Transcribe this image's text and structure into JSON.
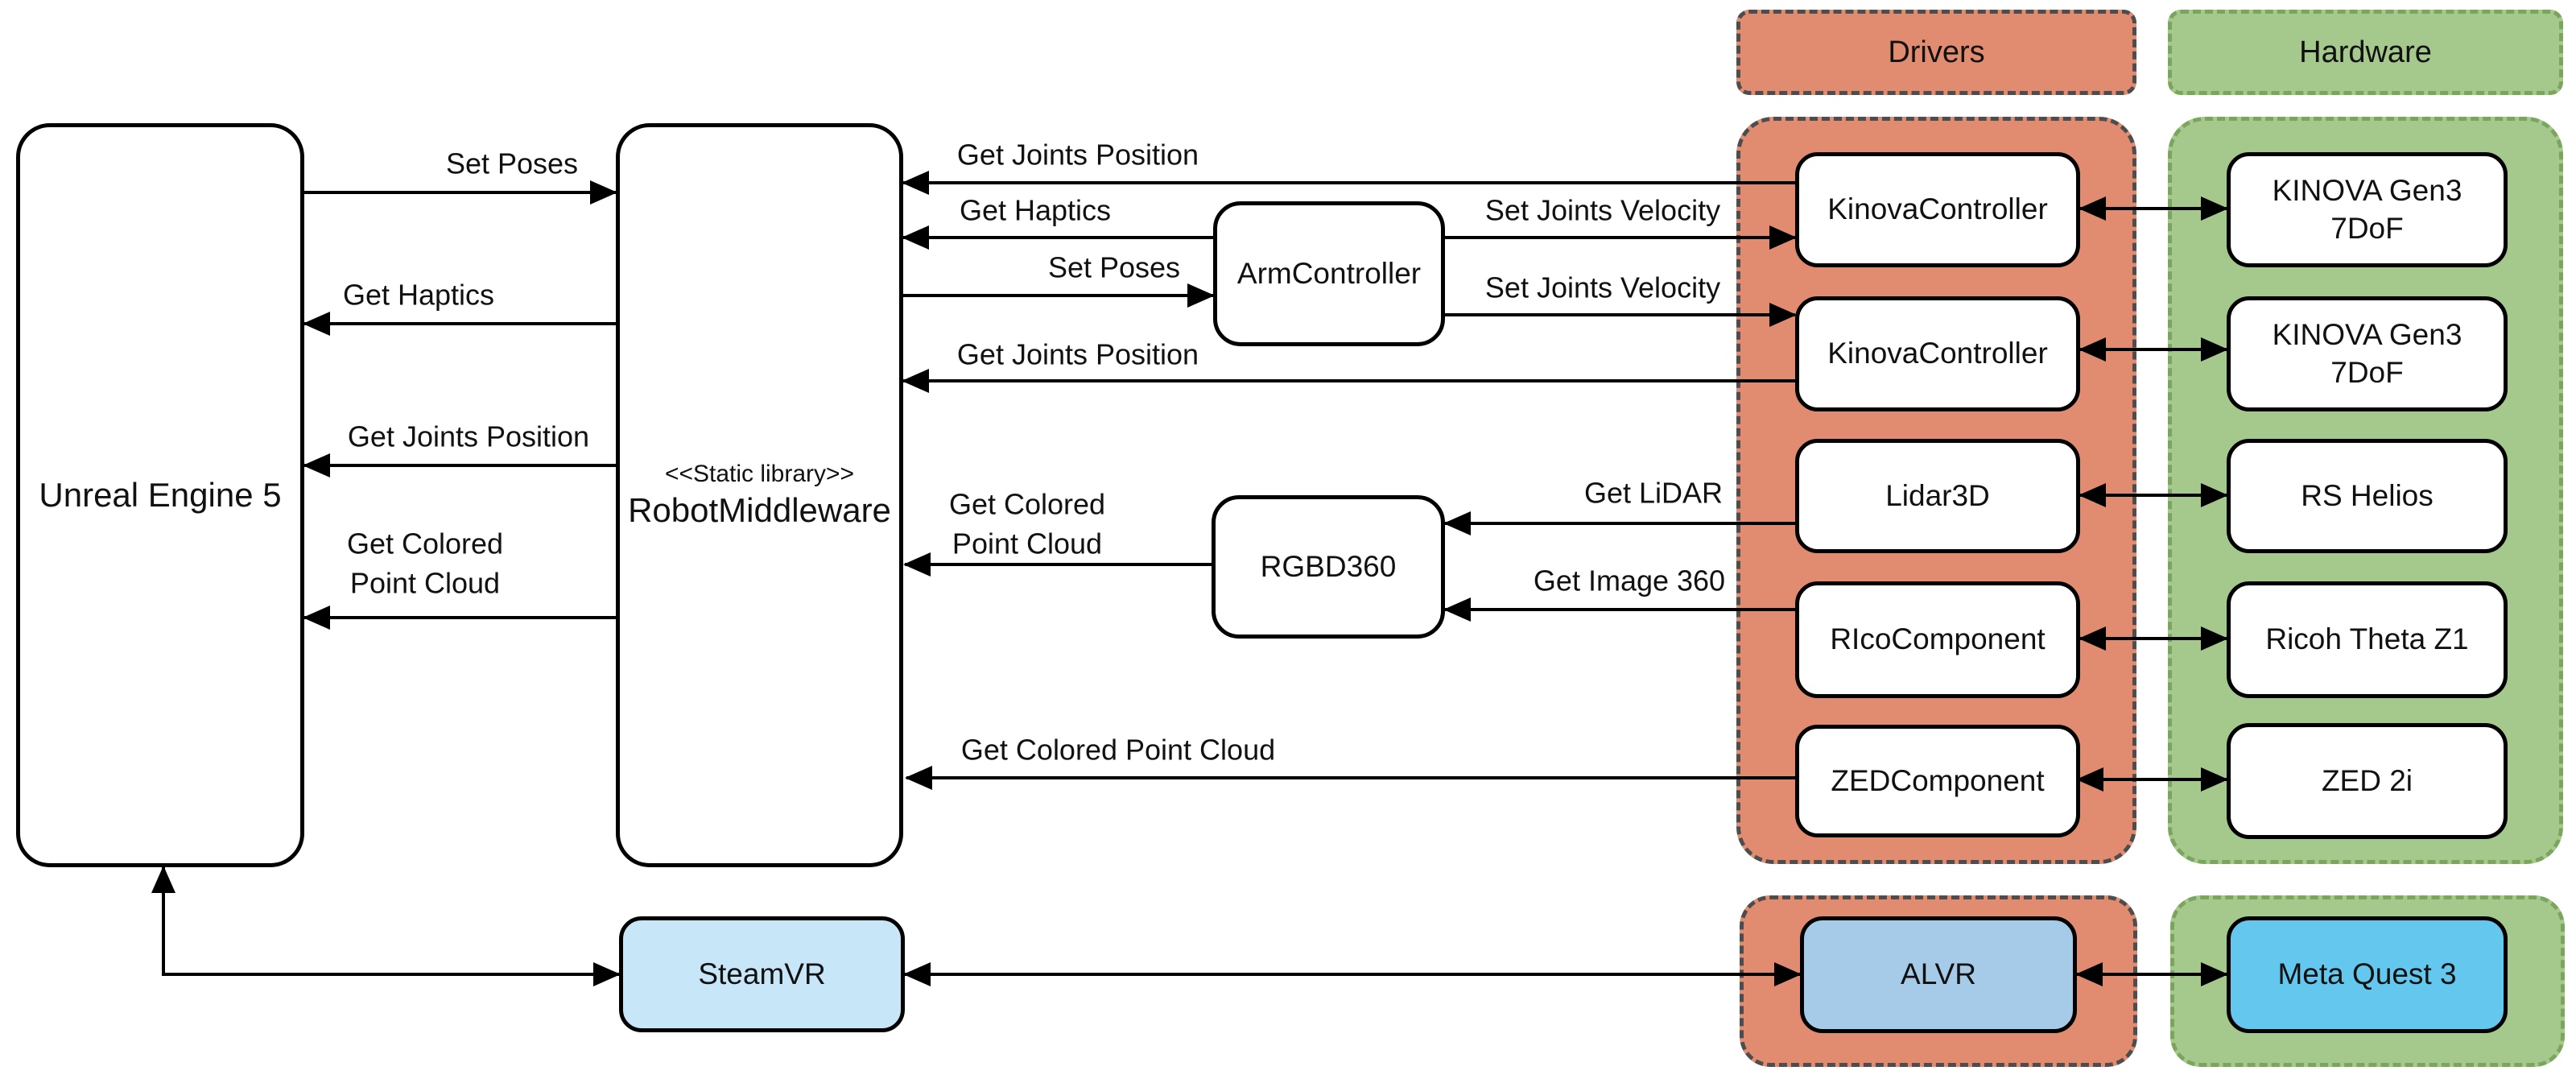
{
  "colors": {
    "drivers_fill": "#E18B70",
    "drivers_border": "#4D4D4D",
    "hardware_fill": "#A5C88D",
    "hardware_border": "#7BA55C",
    "steamvr_fill": "#C7E6F8",
    "alvr_fill": "#A5CBE9",
    "meta_quest_fill": "#63C7EE",
    "box_border": "#000000",
    "arrow": "#000000"
  },
  "groups": {
    "drivers": {
      "title": "Drivers"
    },
    "hardware": {
      "title": "Hardware"
    }
  },
  "nodes": {
    "unreal_engine": {
      "label": "Unreal Engine 5"
    },
    "robot_middleware": {
      "stereotype": "<<Static library>>",
      "label": "RobotMiddleware"
    },
    "arm_controller": {
      "label": "ArmController"
    },
    "rgbd360": {
      "label": "RGBD360"
    },
    "steamvr": {
      "label": "SteamVR"
    },
    "kinova_controller_1": {
      "label": "KinovaController"
    },
    "kinova_controller_2": {
      "label": "KinovaController"
    },
    "lidar3d": {
      "label": "Lidar3D"
    },
    "rico_component": {
      "label": "RIcoComponent"
    },
    "zed_component": {
      "label": "ZEDComponent"
    },
    "alvr": {
      "label": "ALVR"
    },
    "kinova_gen3_1": {
      "label": "KINOVA Gen3\n7DoF"
    },
    "kinova_gen3_2": {
      "label": "KINOVA Gen3\n7DoF"
    },
    "rs_helios": {
      "label": "RS Helios"
    },
    "ricoh_theta": {
      "label": "Ricoh Theta Z1"
    },
    "zed_2i": {
      "label": "ZED 2i"
    },
    "meta_quest_3": {
      "label": "Meta Quest 3"
    }
  },
  "edges": {
    "set_poses_ue_mw": {
      "label": "Set Poses"
    },
    "get_haptics_mw_ue": {
      "label": "Get Haptics"
    },
    "get_joints_mw_ue": {
      "label": "Get Joints Position"
    },
    "get_colored_mw_ue": {
      "label": "Get Colored\nPoint Cloud"
    },
    "get_joints_k1_mw": {
      "label": "Get Joints Position"
    },
    "get_haptics_ac_mw": {
      "label": "Get Haptics"
    },
    "set_poses_mw_ac": {
      "label": "Set Poses"
    },
    "set_joints_velocity_1": {
      "label": "Set Joints Velocity"
    },
    "set_joints_velocity_2": {
      "label": "Set Joints Velocity"
    },
    "get_joints_k2_mw": {
      "label": "Get Joints Position"
    },
    "get_lidar": {
      "label": "Get LiDAR"
    },
    "get_image_360": {
      "label": "Get Image 360"
    },
    "get_colored_rgbd_mw": {
      "label": "Get Colored\nPoint Cloud"
    },
    "get_colored_zed_mw": {
      "label": "Get Colored Point Cloud"
    }
  }
}
